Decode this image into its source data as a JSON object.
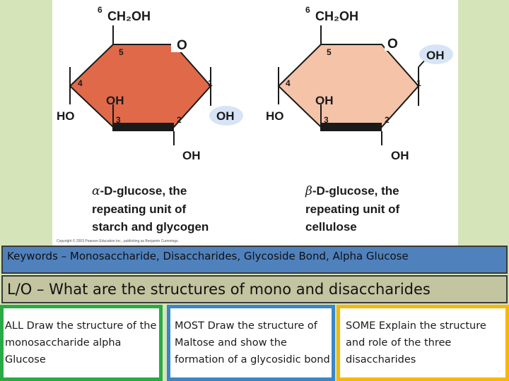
{
  "figure": {
    "alpha": {
      "carbon6": "6",
      "ch2oh": "CH₂OH",
      "ring_oxygen": "O",
      "carbon5": "5",
      "carbon4": "4",
      "carbon1": "1",
      "carbon3": "3",
      "carbon2": "2",
      "c3_oh": "OH",
      "c4_ho": "HO",
      "c1_oh": "OH",
      "c2_oh": "OH",
      "caption_symbol": "α",
      "caption_line1": "-D-glucose, the",
      "caption_line2": "repeating unit of",
      "caption_line3": "starch and glycogen"
    },
    "beta": {
      "carbon6": "6",
      "ch2oh": "CH₂OH",
      "ring_oxygen": "O",
      "carbon5": "5",
      "carbon4": "4",
      "carbon1": "1",
      "carbon3": "3",
      "carbon2": "2",
      "c3_oh": "OH",
      "c4_ho": "HO",
      "c1_oh": "OH",
      "c2_oh": "OH",
      "caption_symbol": "β",
      "caption_line1": "-D-glucose, the",
      "caption_line2": "repeating unit of",
      "caption_line3": "cellulose"
    },
    "copyright": "Copyright © 2003 Pearson Education Inc., publishing as Benjamin Cummings.",
    "colors": {
      "alpha_ring": "#e0694a",
      "beta_ring": "#f4c3a8",
      "oh_highlight": "#d6e4f5"
    }
  },
  "keywords": "Keywords – Monosaccharide, Disaccharides, Glycoside Bond, Alpha Glucose",
  "learning_objective": "L/O – What are the structures of mono and disaccharides",
  "tasks": {
    "all": "ALL Draw the structure of the monosaccharide alpha Glucose",
    "most": "MOST Draw the structure of Maltose and show the formation of a glycosidic bond",
    "some": "SOME Explain the structure and role of the three disaccharides"
  },
  "colors": {
    "keywords_bar": "#4f81bd",
    "lo_bar": "#c3c4a0",
    "all_border": "#2aaa45",
    "most_border": "#3a86c8",
    "some_border": "#f5b80a"
  }
}
